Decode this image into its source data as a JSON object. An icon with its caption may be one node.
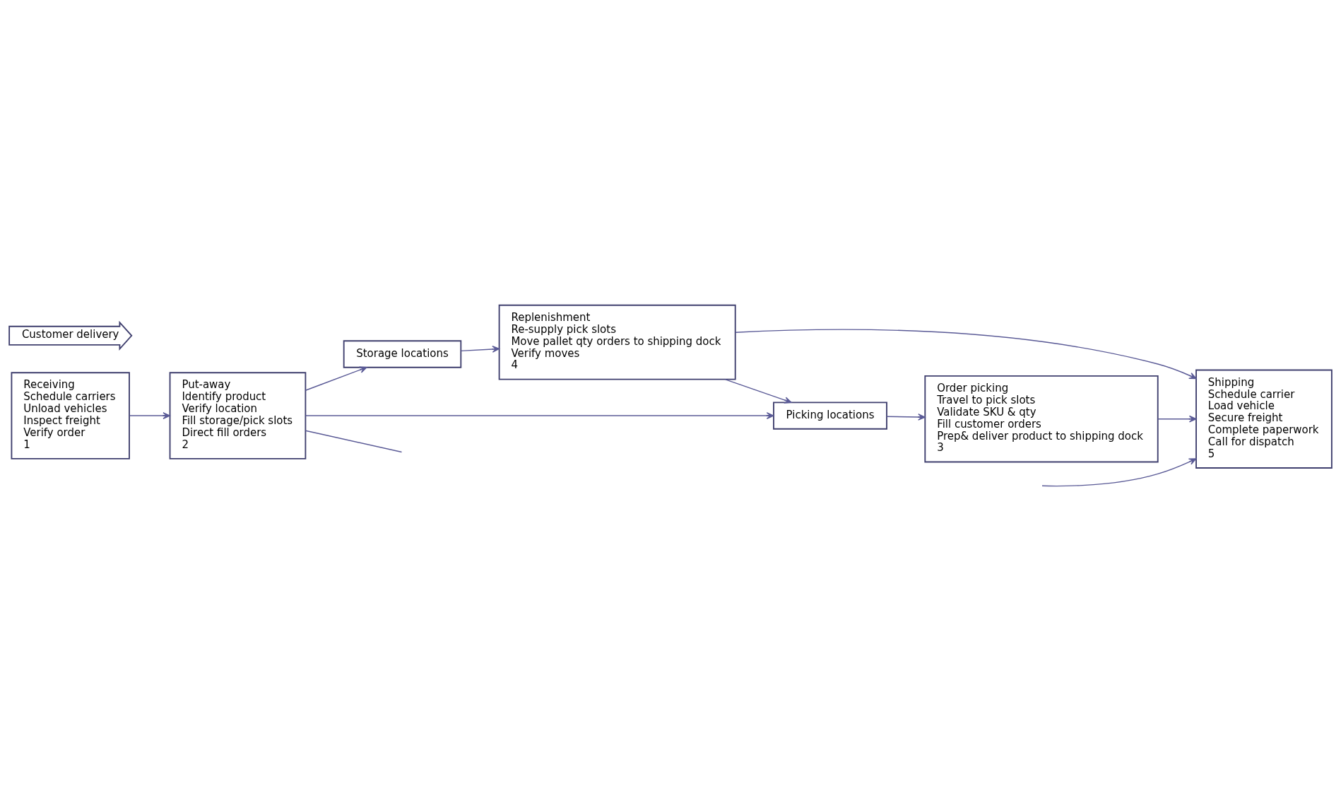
{
  "diagram": {
    "nodes": [
      {
        "text": [
          "Receiving",
          "Schedule carriers",
          "Unload vehicles",
          "Inspect freight",
          "Verify order",
          "1"
        ]
      },
      {
        "text": [
          "Put-away",
          "Identify product",
          "Verify location",
          "Fill storage/pick slots",
          "Direct fill orders",
          "2"
        ]
      },
      {
        "text": [
          "Storage locations"
        ]
      },
      {
        "text": [
          "Replenishment",
          "Re-supply pick slots",
          "Move pallet qty orders to shipping dock",
          "Verify moves",
          "4"
        ]
      },
      {
        "text": [
          "Picking locations"
        ]
      },
      {
        "text": [
          "Order picking",
          "Travel to pick slots",
          "Validate SKU & qty",
          "Fill customer orders",
          "Prep& deliver product to shipping dock",
          "3"
        ]
      },
      {
        "text": [
          "Shipping",
          "Schedule carrier",
          "Load vehicle",
          "Secure freight",
          "Complete paperwork",
          "Call for dispatch",
          "5"
        ]
      },
      {
        "text": [
          "Customer delivery"
        ]
      }
    ],
    "edges": [
      {
        "from": 0,
        "to": 1,
        "arrow": "to"
      },
      {
        "from": 1,
        "to": 2,
        "arrow": "to"
      },
      {
        "from": 1,
        "to": 4,
        "arrow": "to"
      },
      {
        "from": 2,
        "to": 3,
        "arrow": "to"
      },
      {
        "from": 3,
        "to": 4,
        "arrow": "to"
      },
      {
        "from": 3,
        "to": 6,
        "arrow": "to"
      },
      {
        "from": 4,
        "to": 5,
        "arrow": "to"
      },
      {
        "from": 5,
        "to": 6,
        "arrow": "to"
      },
      {
        "from": 1,
        "to": null,
        "arrow": "none"
      },
      {
        "from": null,
        "to": 6,
        "arrow": "to"
      }
    ]
  }
}
